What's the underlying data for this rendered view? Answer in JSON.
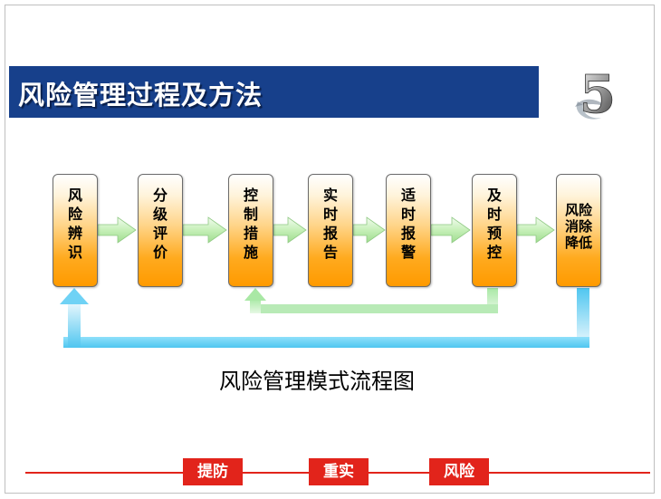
{
  "title": "风险管理过程及方法",
  "section_number": "5",
  "steps": [
    {
      "label": "风险辨识"
    },
    {
      "label": "分级评价"
    },
    {
      "label": "控制措施"
    },
    {
      "label": "实时报告"
    },
    {
      "label": "适时报警"
    },
    {
      "label": "及时预控"
    },
    {
      "label": "风险消除降低"
    }
  ],
  "caption": "风险管理模式流程图",
  "footer_tags": [
    "提防",
    "重实",
    "风险"
  ],
  "colors": {
    "title_bar": "#17408b",
    "step_fill_top": "#ffffff",
    "step_fill_bottom": "#ff9a00",
    "forward_arrow": "#c6f0b8",
    "green_feedback": "#b8eab6",
    "blue_feedback": "#6fd2f5",
    "footer_red": "#e2241b"
  }
}
